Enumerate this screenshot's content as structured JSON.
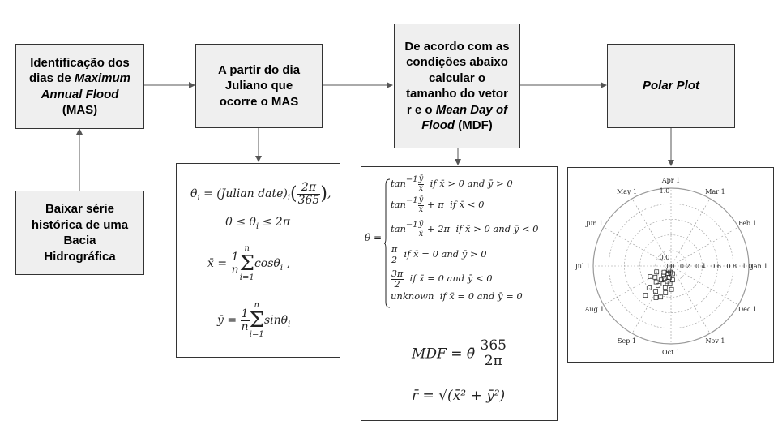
{
  "boxes": {
    "identify": {
      "line1": "Identificação dos",
      "line2_a": "dias de ",
      "line2_b": "Maximum",
      "line3": "Annual Flood",
      "line4": "(MAS)"
    },
    "download": {
      "line1": "Baixar série",
      "line2": "histórica de uma",
      "line3": "Bacia",
      "line4": "Hidrográfica"
    },
    "julian": {
      "line1": "A partir do dia",
      "line2": "Juliano que",
      "line3": "ocorre o MAS"
    },
    "conditions": {
      "line1": "De acordo com as",
      "line2": "condições abaixo",
      "line3": "calcular o",
      "line4": "tamanho do vetor",
      "line5_a": "r e o ",
      "line5_b": "Mean Day of",
      "line6_a": "Flood",
      "line6_b": " (MDF)"
    },
    "polar": {
      "label": "Polar Plot"
    }
  },
  "formulas1": {
    "theta_lhs": "θ",
    "theta_sub": "i",
    "theta_eq": " = (Julian date)",
    "two_pi": "2π",
    "denom365": "365",
    "range": "0 ≤ θ",
    "range_rhs": " ≤ 2π",
    "xbar": "x̄ = ",
    "ybar": "ȳ = ",
    "one": "1",
    "n": "n",
    "sum_top": "n",
    "sum_sign": "Σ",
    "sum_bottom": "i=1",
    "cos": "cosθ",
    "sin": "sinθ"
  },
  "formulas2": {
    "theta_bar": "θ̄ =",
    "cases": [
      {
        "fn": "tan",
        "sup": "−1",
        "extra": "",
        "cond": "if  x̄ > 0 and ȳ > 0"
      },
      {
        "fn": "tan",
        "sup": "−1",
        "extra": " + π",
        "cond": "if  x̄ < 0"
      },
      {
        "fn": "tan",
        "sup": "−1",
        "extra": " + 2π",
        "cond": "if  x̄ > 0 and ȳ < 0"
      },
      {
        "num": "π",
        "den": "2",
        "cond": "if  x̄ = 0 and ȳ > 0"
      },
      {
        "num": "3π",
        "den": "2",
        "cond": "if  x̄ = 0 and ȳ < 0"
      },
      {
        "text": "unknown",
        "cond": "if  x̄ = 0 and ȳ = 0"
      }
    ],
    "frac_num": "ȳ",
    "frac_den": "x̄",
    "mdf_lhs": "MDF = θ̄",
    "mdf_num": "365",
    "mdf_den": "2π",
    "r_lhs": "r̄ = ",
    "r_rhs": "√(x̄² + ȳ²)"
  },
  "polar_plot": {
    "months": [
      "Apr 1",
      "Mar 1",
      "Feb 1",
      "Jan 1",
      "Dec 1",
      "Nov 1",
      "Oct 1",
      "Sep 1",
      "Aug 1",
      "Jul 1",
      "Jun 1",
      "May 1"
    ],
    "radial_ticks": [
      "0.0",
      "0.2",
      "0.4",
      "0.6",
      "0.8",
      "1.0"
    ],
    "radial_max": 1.0,
    "points": [
      {
        "day": 245,
        "r": 0.18
      },
      {
        "day": 250,
        "r": 0.25
      },
      {
        "day": 255,
        "r": 0.12
      },
      {
        "day": 240,
        "r": 0.3
      },
      {
        "day": 238,
        "r": 0.22
      },
      {
        "day": 260,
        "r": 0.2
      },
      {
        "day": 262,
        "r": 0.35
      },
      {
        "day": 230,
        "r": 0.28
      },
      {
        "day": 228,
        "r": 0.4
      },
      {
        "day": 248,
        "r": 0.45
      },
      {
        "day": 252,
        "r": 0.1
      },
      {
        "day": 265,
        "r": 0.15
      },
      {
        "day": 270,
        "r": 0.22
      },
      {
        "day": 275,
        "r": 0.3
      },
      {
        "day": 222,
        "r": 0.35
      },
      {
        "day": 218,
        "r": 0.25
      },
      {
        "day": 235,
        "r": 0.15
      },
      {
        "day": 242,
        "r": 0.38
      },
      {
        "day": 258,
        "r": 0.28
      },
      {
        "day": 280,
        "r": 0.18
      },
      {
        "day": 210,
        "r": 0.3
      },
      {
        "day": 205,
        "r": 0.2
      },
      {
        "day": 246,
        "r": 0.06
      },
      {
        "day": 268,
        "r": 0.08
      },
      {
        "day": 225,
        "r": 0.12
      },
      {
        "day": 285,
        "r": 0.1
      },
      {
        "day": 232,
        "r": 0.5
      },
      {
        "day": 255,
        "r": 0.42
      }
    ]
  }
}
